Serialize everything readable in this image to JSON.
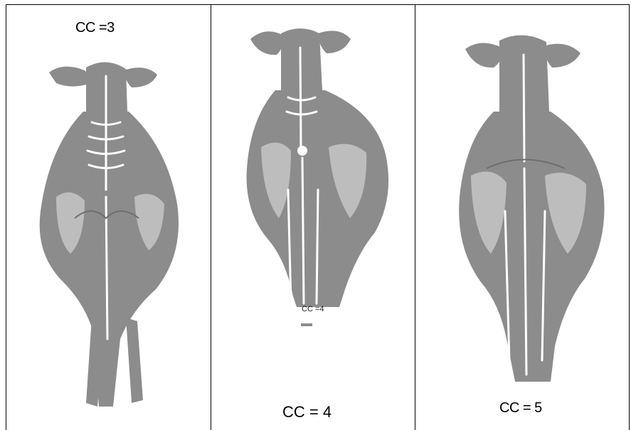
{
  "panels": [
    {
      "label": "CC =3"
    },
    {
      "label_small": "CC =4",
      "label": "CC = 4"
    },
    {
      "label": "CC = 5"
    }
  ]
}
